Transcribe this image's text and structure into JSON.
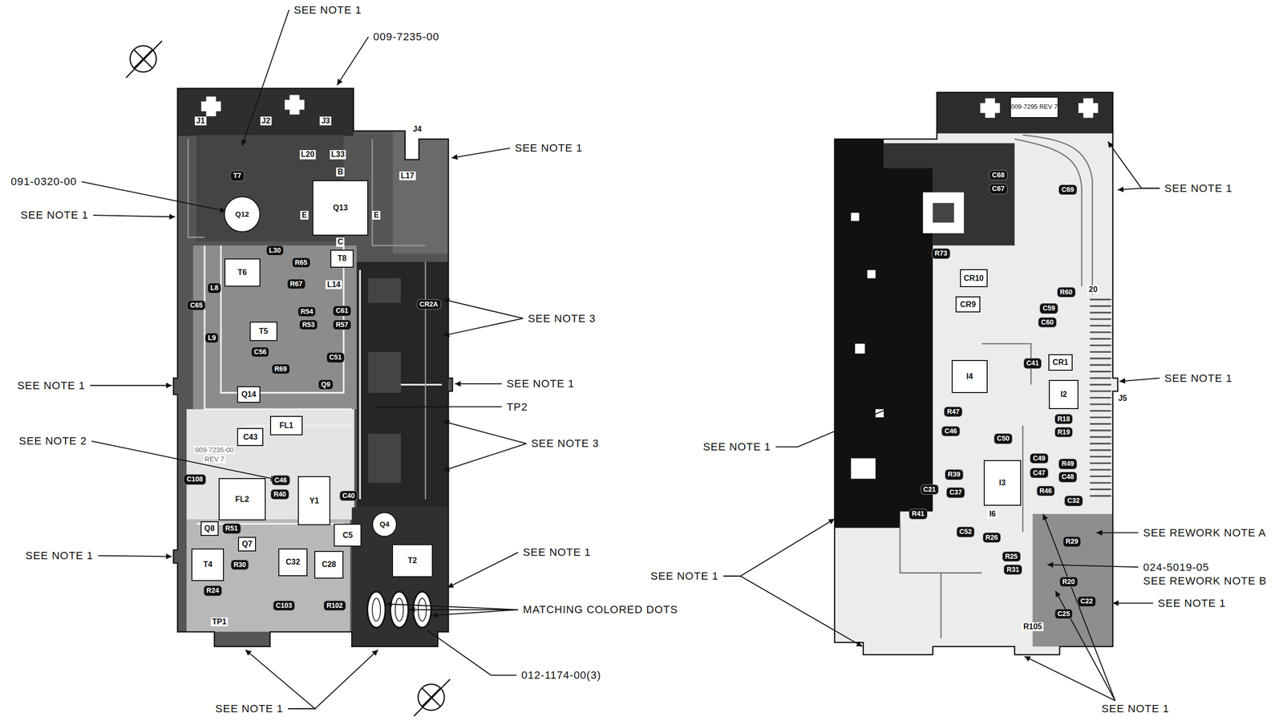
{
  "diagram": {
    "nodes": [
      {
        "text": [
          "T7"
        ]
      },
      {
        "text": [
          "Q12"
        ]
      },
      {
        "text": [
          "Q13"
        ]
      },
      {
        "text": [
          "L30"
        ]
      },
      {
        "text": [
          "R65"
        ]
      },
      {
        "text": [
          "T8"
        ]
      },
      {
        "text": [
          "T6"
        ]
      },
      {
        "text": [
          "R67"
        ]
      },
      {
        "text": [
          "L8"
        ]
      },
      {
        "text": [
          "C65"
        ]
      },
      {
        "text": [
          "R54"
        ]
      },
      {
        "text": [
          "C61"
        ]
      },
      {
        "text": [
          "R53"
        ]
      },
      {
        "text": [
          "R57"
        ]
      },
      {
        "text": [
          "T5"
        ]
      },
      {
        "text": [
          "L9"
        ]
      },
      {
        "text": [
          "C56"
        ]
      },
      {
        "text": [
          "C51"
        ]
      },
      {
        "text": [
          "R69"
        ]
      },
      {
        "text": [
          "Q9"
        ]
      },
      {
        "text": [
          "Q14"
        ]
      },
      {
        "text": [
          "CR2A"
        ]
      },
      {
        "text": [
          "FL1"
        ]
      },
      {
        "text": [
          "C43"
        ]
      },
      {
        "text": [
          "C108"
        ]
      },
      {
        "text": [
          "C46"
        ]
      },
      {
        "text": [
          "R40"
        ]
      },
      {
        "text": [
          "FL2"
        ]
      },
      {
        "text": [
          "Y1"
        ]
      },
      {
        "text": [
          "C40"
        ]
      },
      {
        "text": [
          "Q4"
        ]
      },
      {
        "text": [
          "Q8"
        ]
      },
      {
        "text": [
          "R51"
        ]
      },
      {
        "text": [
          "C5"
        ]
      },
      {
        "text": [
          "Q7"
        ]
      },
      {
        "text": [
          "T4"
        ]
      },
      {
        "text": [
          "R30"
        ]
      },
      {
        "text": [
          "C32"
        ]
      },
      {
        "text": [
          "C28"
        ]
      },
      {
        "text": [
          "T2"
        ]
      },
      {
        "text": [
          "R24"
        ]
      },
      {
        "text": [
          "C103"
        ]
      },
      {
        "text": [
          "R102"
        ]
      },
      {
        "text": [
          "009-7295 REV 7"
        ]
      },
      {
        "text": [
          "C68"
        ]
      },
      {
        "text": [
          "C67"
        ]
      },
      {
        "text": [
          "C69"
        ]
      },
      {
        "text": [
          "R73"
        ]
      },
      {
        "text": [
          "CR10"
        ]
      },
      {
        "text": [
          "R60"
        ]
      },
      {
        "text": [
          "CR9"
        ]
      },
      {
        "text": [
          "C59"
        ]
      },
      {
        "text": [
          "C60"
        ]
      },
      {
        "text": [
          "CR1"
        ]
      },
      {
        "text": [
          "C41"
        ]
      },
      {
        "text": [
          "I4"
        ]
      },
      {
        "text": [
          "I2"
        ]
      },
      {
        "text": [
          "R47"
        ]
      },
      {
        "text": [
          "R18"
        ]
      },
      {
        "text": [
          "R19"
        ]
      },
      {
        "text": [
          "C46"
        ]
      },
      {
        "text": [
          "C50"
        ]
      },
      {
        "text": [
          "C49"
        ]
      },
      {
        "text": [
          "R49"
        ]
      },
      {
        "text": [
          "C47"
        ]
      },
      {
        "text": [
          "R39"
        ]
      },
      {
        "text": [
          "C48"
        ]
      },
      {
        "text": [
          "I3"
        ]
      },
      {
        "text": [
          "C21"
        ]
      },
      {
        "text": [
          "R46"
        ]
      },
      {
        "text": [
          "C37"
        ]
      },
      {
        "text": [
          "C32"
        ]
      },
      {
        "text": [
          "R41"
        ]
      },
      {
        "text": [
          "C52"
        ]
      },
      {
        "text": [
          "R26"
        ]
      },
      {
        "text": [
          "R29"
        ]
      },
      {
        "text": [
          "R25"
        ]
      },
      {
        "text": [
          "R31"
        ]
      },
      {
        "text": [
          "R20"
        ]
      },
      {
        "text": [
          "C22"
        ]
      },
      {
        "text": [
          "C25"
        ]
      }
    ],
    "labels": [
      "SEE NOTE 1",
      "009-7235-00",
      "J1",
      "J2",
      "J3",
      "J4",
      "SEE NOTE 1",
      "L20",
      "L33",
      "B",
      "L17",
      "091-0320-00",
      "SEE NOTE 1",
      "E",
      "E",
      "C",
      "L14",
      "SEE NOTE 3",
      "SEE NOTE 1",
      "TP2",
      "SEE NOTE 1",
      "SEE NOTE 2",
      "SEE NOTE 3",
      "009-7235-00",
      "REV 7",
      "SEE NOTE 1",
      "SEE NOTE 1",
      "TP1",
      "MATCHING COLORED DOTS",
      "012-1174-00(3)",
      "SEE NOTE 1",
      "SEE NOTE 1",
      "20",
      "SEE NOTE 1",
      "J5",
      "SEE NOTE 1",
      "I6",
      "SEE REWORK NOTE A",
      "024-5019-05",
      "SEE REWORK NOTE B",
      "SEE NOTE 1",
      "SEE NOTE 1",
      "R105",
      "SEE NOTE 1"
    ]
  }
}
